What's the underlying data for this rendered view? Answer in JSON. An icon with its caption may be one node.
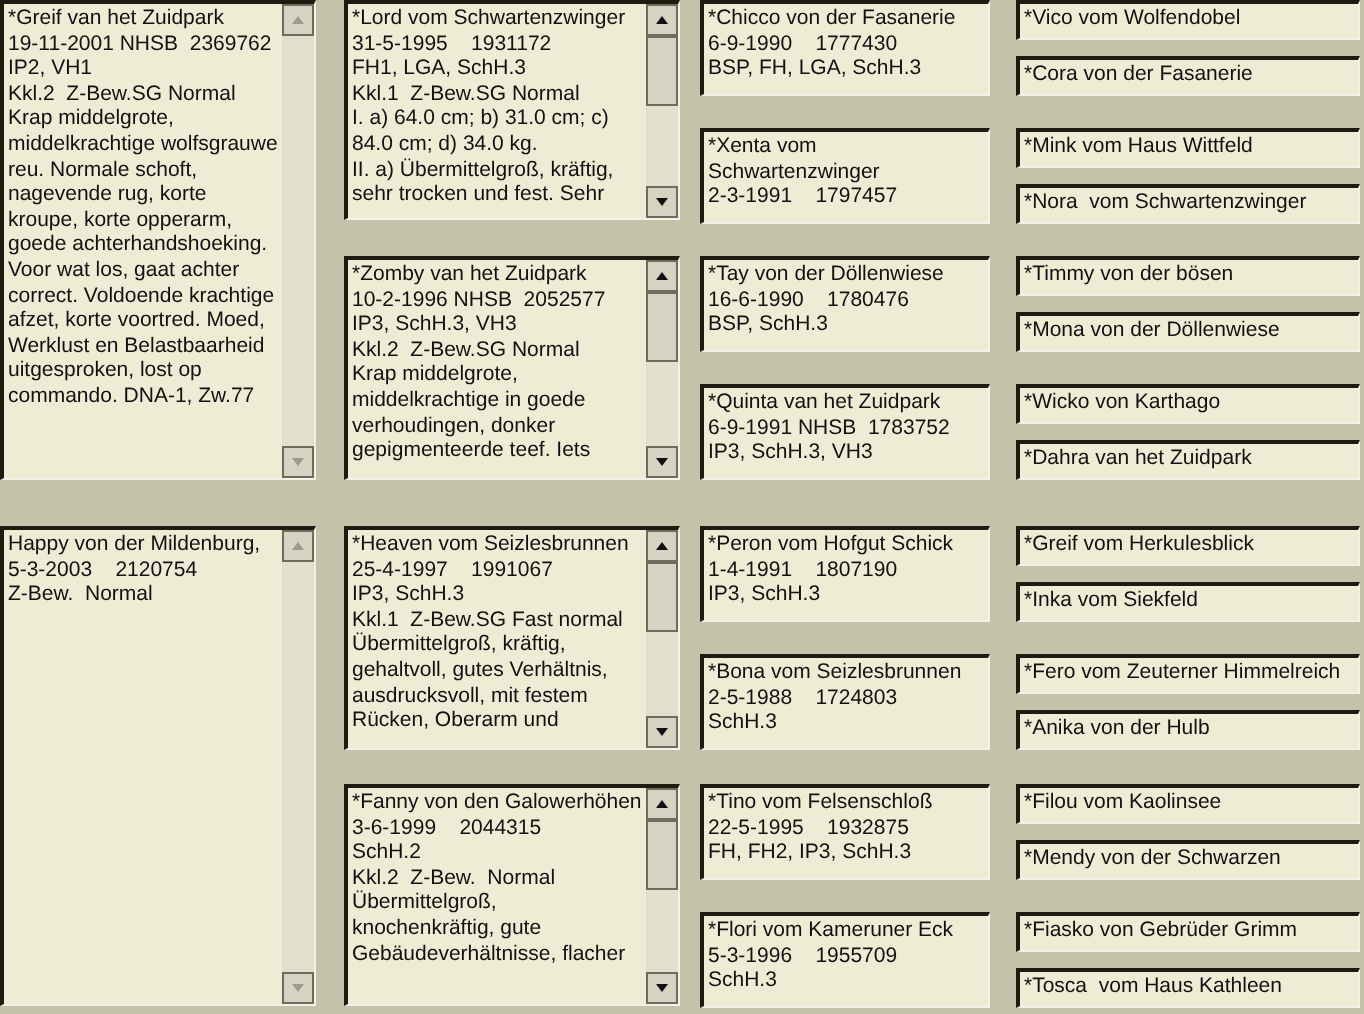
{
  "diagram": {
    "nodes": [
      {
        "text": [
          "*Greif van het Zuidpark",
          "19-11-2001 NHSB  2369762",
          "IP2, VH1",
          "Kkl.2  Z-Bew.SG Normal",
          "Krap middelgrote, middelkrachtige wolfsgrauwe reu. Normale schoft, nagevende rug, korte kroupe, korte opperarm, goede achterhandshoeking. Voor wat los, gaat achter correct. Voldoende krachtige afzet, korte voortred. Moed, Werklust en Belastbaarheid uitgesproken, lost op commando. DNA-1, Zw.77"
        ]
      },
      {
        "text": [
          "*Lord vom Schwartenzwinger",
          "31-5-1995    1931172",
          "FH1, LGA, SchH.3",
          "Kkl.1  Z-Bew.SG Normal",
          "I. a) 64.0 cm; b) 31.0 cm; c) 84.0 cm; d) 34.0 kg.",
          "II. a) Übermittelgroß, kräftig, sehr trocken und fest. Sehr"
        ]
      },
      {
        "text": [
          "*Zomby van het Zuidpark",
          "10-2-1996 NHSB  2052577",
          "IP3, SchH.3, VH3",
          "Kkl.2  Z-Bew.SG Normal",
          "Krap middelgrote, middelkrachtige in goede verhoudingen, donker gepigmenteerde teef. Iets"
        ]
      },
      {
        "text": [
          "*Chicco von der Fasanerie",
          "6-9-1990    1777430",
          "BSP, FH, LGA, SchH.3"
        ]
      },
      {
        "text": [
          "*Xenta vom Schwartenzwinger",
          "2-3-1991    1797457"
        ]
      },
      {
        "text": [
          "*Tay von der Döllenwiese",
          "16-6-1990    1780476",
          "BSP, SchH.3"
        ]
      },
      {
        "text": [
          "*Quinta van het Zuidpark",
          "6-9-1991 NHSB  1783752",
          "IP3, SchH.3, VH3"
        ]
      },
      {
        "text": [
          "*Vico vom Wolfendobel"
        ]
      },
      {
        "text": [
          "*Cora von der Fasanerie"
        ]
      },
      {
        "text": [
          "*Mink vom Haus Wittfeld"
        ]
      },
      {
        "text": [
          "*Nora  vom Schwartenzwinger"
        ]
      },
      {
        "text": [
          "*Timmy von der bösen"
        ]
      },
      {
        "text": [
          "*Mona von der Döllenwiese"
        ]
      },
      {
        "text": [
          "*Wicko von Karthago"
        ]
      },
      {
        "text": [
          "*Dahra van het Zuidpark"
        ]
      },
      {
        "text": [
          "Happy von der Mildenburg,",
          "5-3-2003    2120754",
          "Z-Bew.  Normal"
        ]
      },
      {
        "text": [
          "*Heaven vom Seizlesbrunnen",
          "25-4-1997    1991067",
          "IP3, SchH.3",
          "Kkl.1  Z-Bew.SG Fast normal",
          "Übermittelgroß, kräftig, gehaltvoll, gutes Verhältnis, ausdrucksvoll, mit festem Rücken, Oberarm und"
        ]
      },
      {
        "text": [
          "*Fanny von den Galowerhöhen",
          "3-6-1999    2044315",
          "SchH.2",
          "Kkl.2  Z-Bew.  Normal",
          "Übermittelgroß, knochenkräftig, gute Gebäudeverhältnisse, flacher"
        ]
      },
      {
        "text": [
          "*Peron vom Hofgut Schick",
          "1-4-1991    1807190",
          "IP3, SchH.3"
        ]
      },
      {
        "text": [
          "*Bona vom Seizlesbrunnen",
          "2-5-1988    1724803",
          "SchH.3"
        ]
      },
      {
        "text": [
          "*Tino vom Felsenschloß",
          "22-5-1995    1932875",
          "FH, FH2, IP3, SchH.3"
        ]
      },
      {
        "text": [
          "*Flori vom Kameruner Eck",
          "5-3-1996    1955709",
          "SchH.3"
        ]
      },
      {
        "text": [
          "*Greif vom Herkulesblick"
        ]
      },
      {
        "text": [
          "*Inka vom Siekfeld"
        ]
      },
      {
        "text": [
          "*Fero vom Zeuterner Himmelreich"
        ]
      },
      {
        "text": [
          "*Anika von der Hulb"
        ]
      },
      {
        "text": [
          "*Filou vom Kaolinsee"
        ]
      },
      {
        "text": [
          "*Mendy von der Schwarzen"
        ]
      },
      {
        "text": [
          "*Fiasko von Gebrüder Grimm"
        ]
      },
      {
        "text": [
          "*Tosca  vom Haus Kathleen"
        ]
      }
    ]
  }
}
